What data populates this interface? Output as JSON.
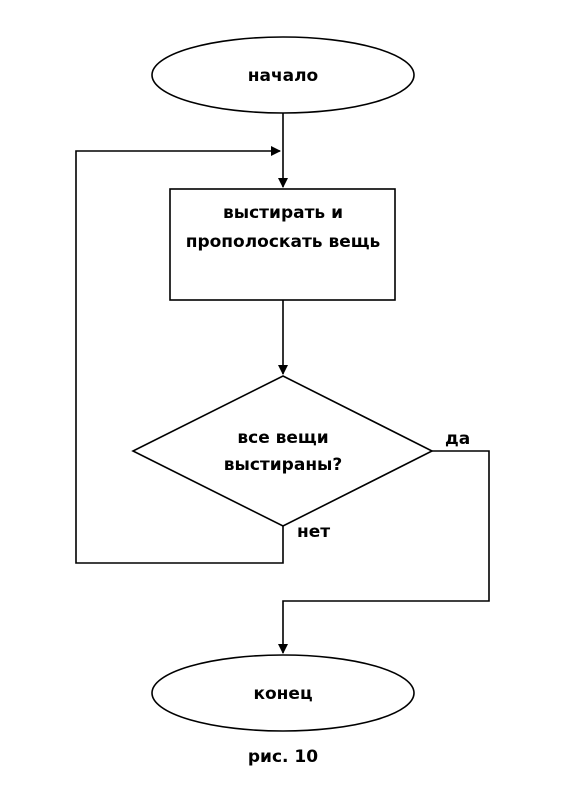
{
  "nodes": {
    "start": {
      "label": "начало"
    },
    "process": {
      "line1": "выстирать и",
      "line2": "прополоскать вещь"
    },
    "decision": {
      "line1": "все вещи",
      "line2": "выстираны?"
    },
    "end": {
      "label": "конец"
    }
  },
  "edges": {
    "yes": "да",
    "no": "нет"
  },
  "caption": "рис. 10"
}
